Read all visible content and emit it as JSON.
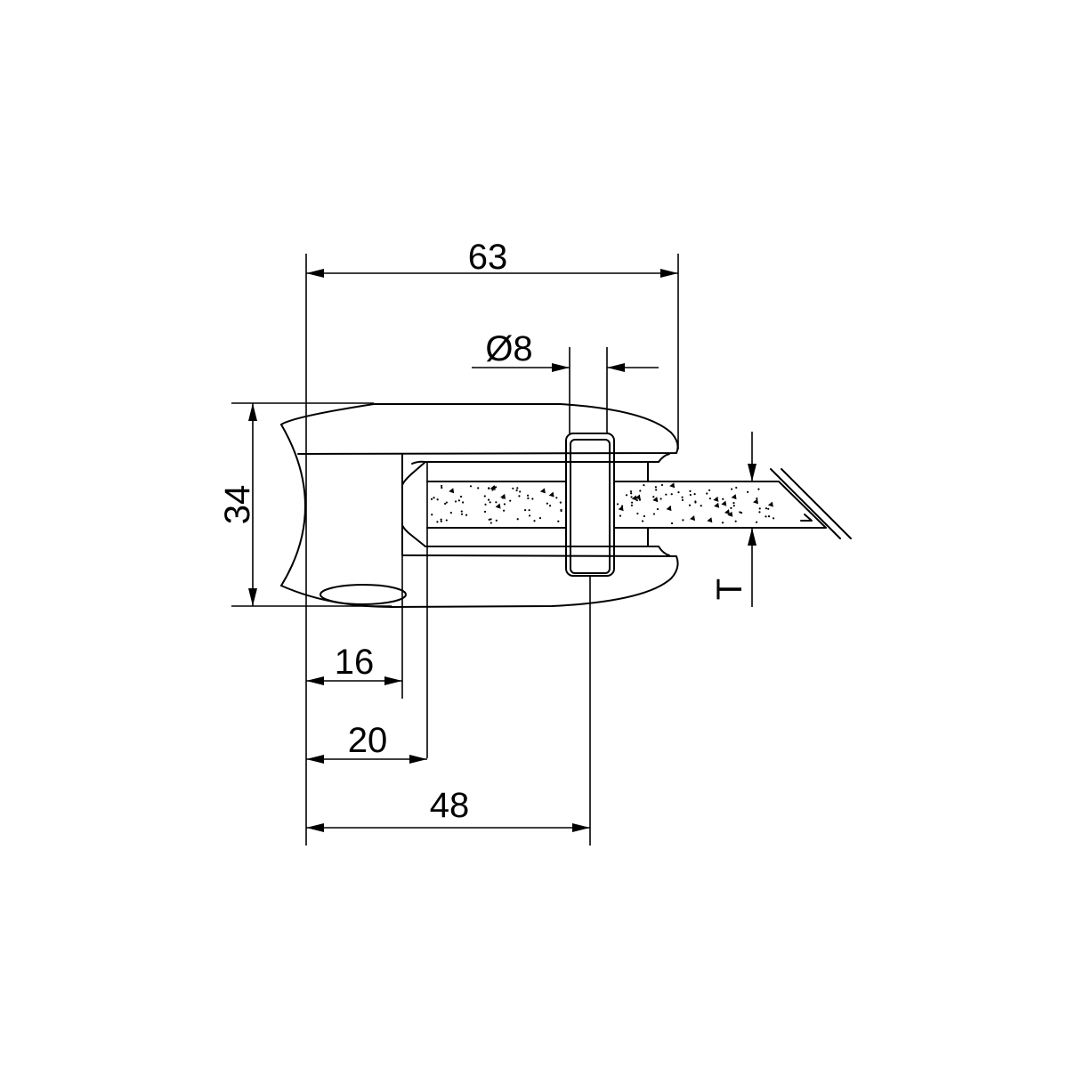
{
  "drawing": {
    "title": "Glass clamp dimension drawing",
    "dimensions": {
      "overall_length": "63",
      "bolt_diameter": "Ø8",
      "height": "34",
      "inner_depth_16": "16",
      "inner_depth_20": "20",
      "bolt_position": "48",
      "glass_thickness": "T"
    },
    "colors": {
      "stroke": "#000000",
      "background": "#ffffff"
    }
  }
}
